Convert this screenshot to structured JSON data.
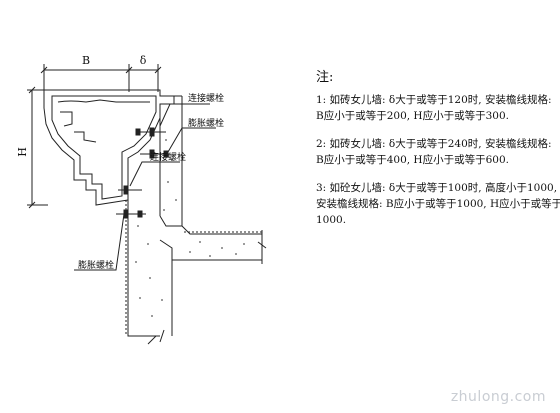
{
  "diagram": {
    "dim_width_label": "B",
    "dim_gap_label": "δ",
    "dim_height_label": "H",
    "callout_connect_bolt_top": "连接螺栓",
    "callout_expansion_bolt_top": "膨胀螺栓",
    "callout_connect_bolt_mid": "连接螺栓",
    "callout_expansion_bolt_bottom": "膨胀螺栓"
  },
  "notes": {
    "title": "注:",
    "items": [
      {
        "line1": "1: 如砖女儿墙: δ大于或等于120时, 安装檐线规格:",
        "line2": "B应小于或等于200, H应小于或等于300."
      },
      {
        "line1": "2: 如砖女儿墙: δ大于或等于240时, 安装檐线规格:",
        "line2": "B应小于或等于400, H应小于或等于600."
      },
      {
        "line1": "3: 如砼女儿墙: δ大于或等于100时, 高度小于1000,",
        "line2": "安装檐线规格: B应小于或等于1000, H应小于或等于",
        "line3": "1000."
      }
    ]
  },
  "watermark": "zhulong.com",
  "colors": {
    "line": "#222222",
    "hatch": "#555555",
    "watermark": "#c9cdd3"
  }
}
